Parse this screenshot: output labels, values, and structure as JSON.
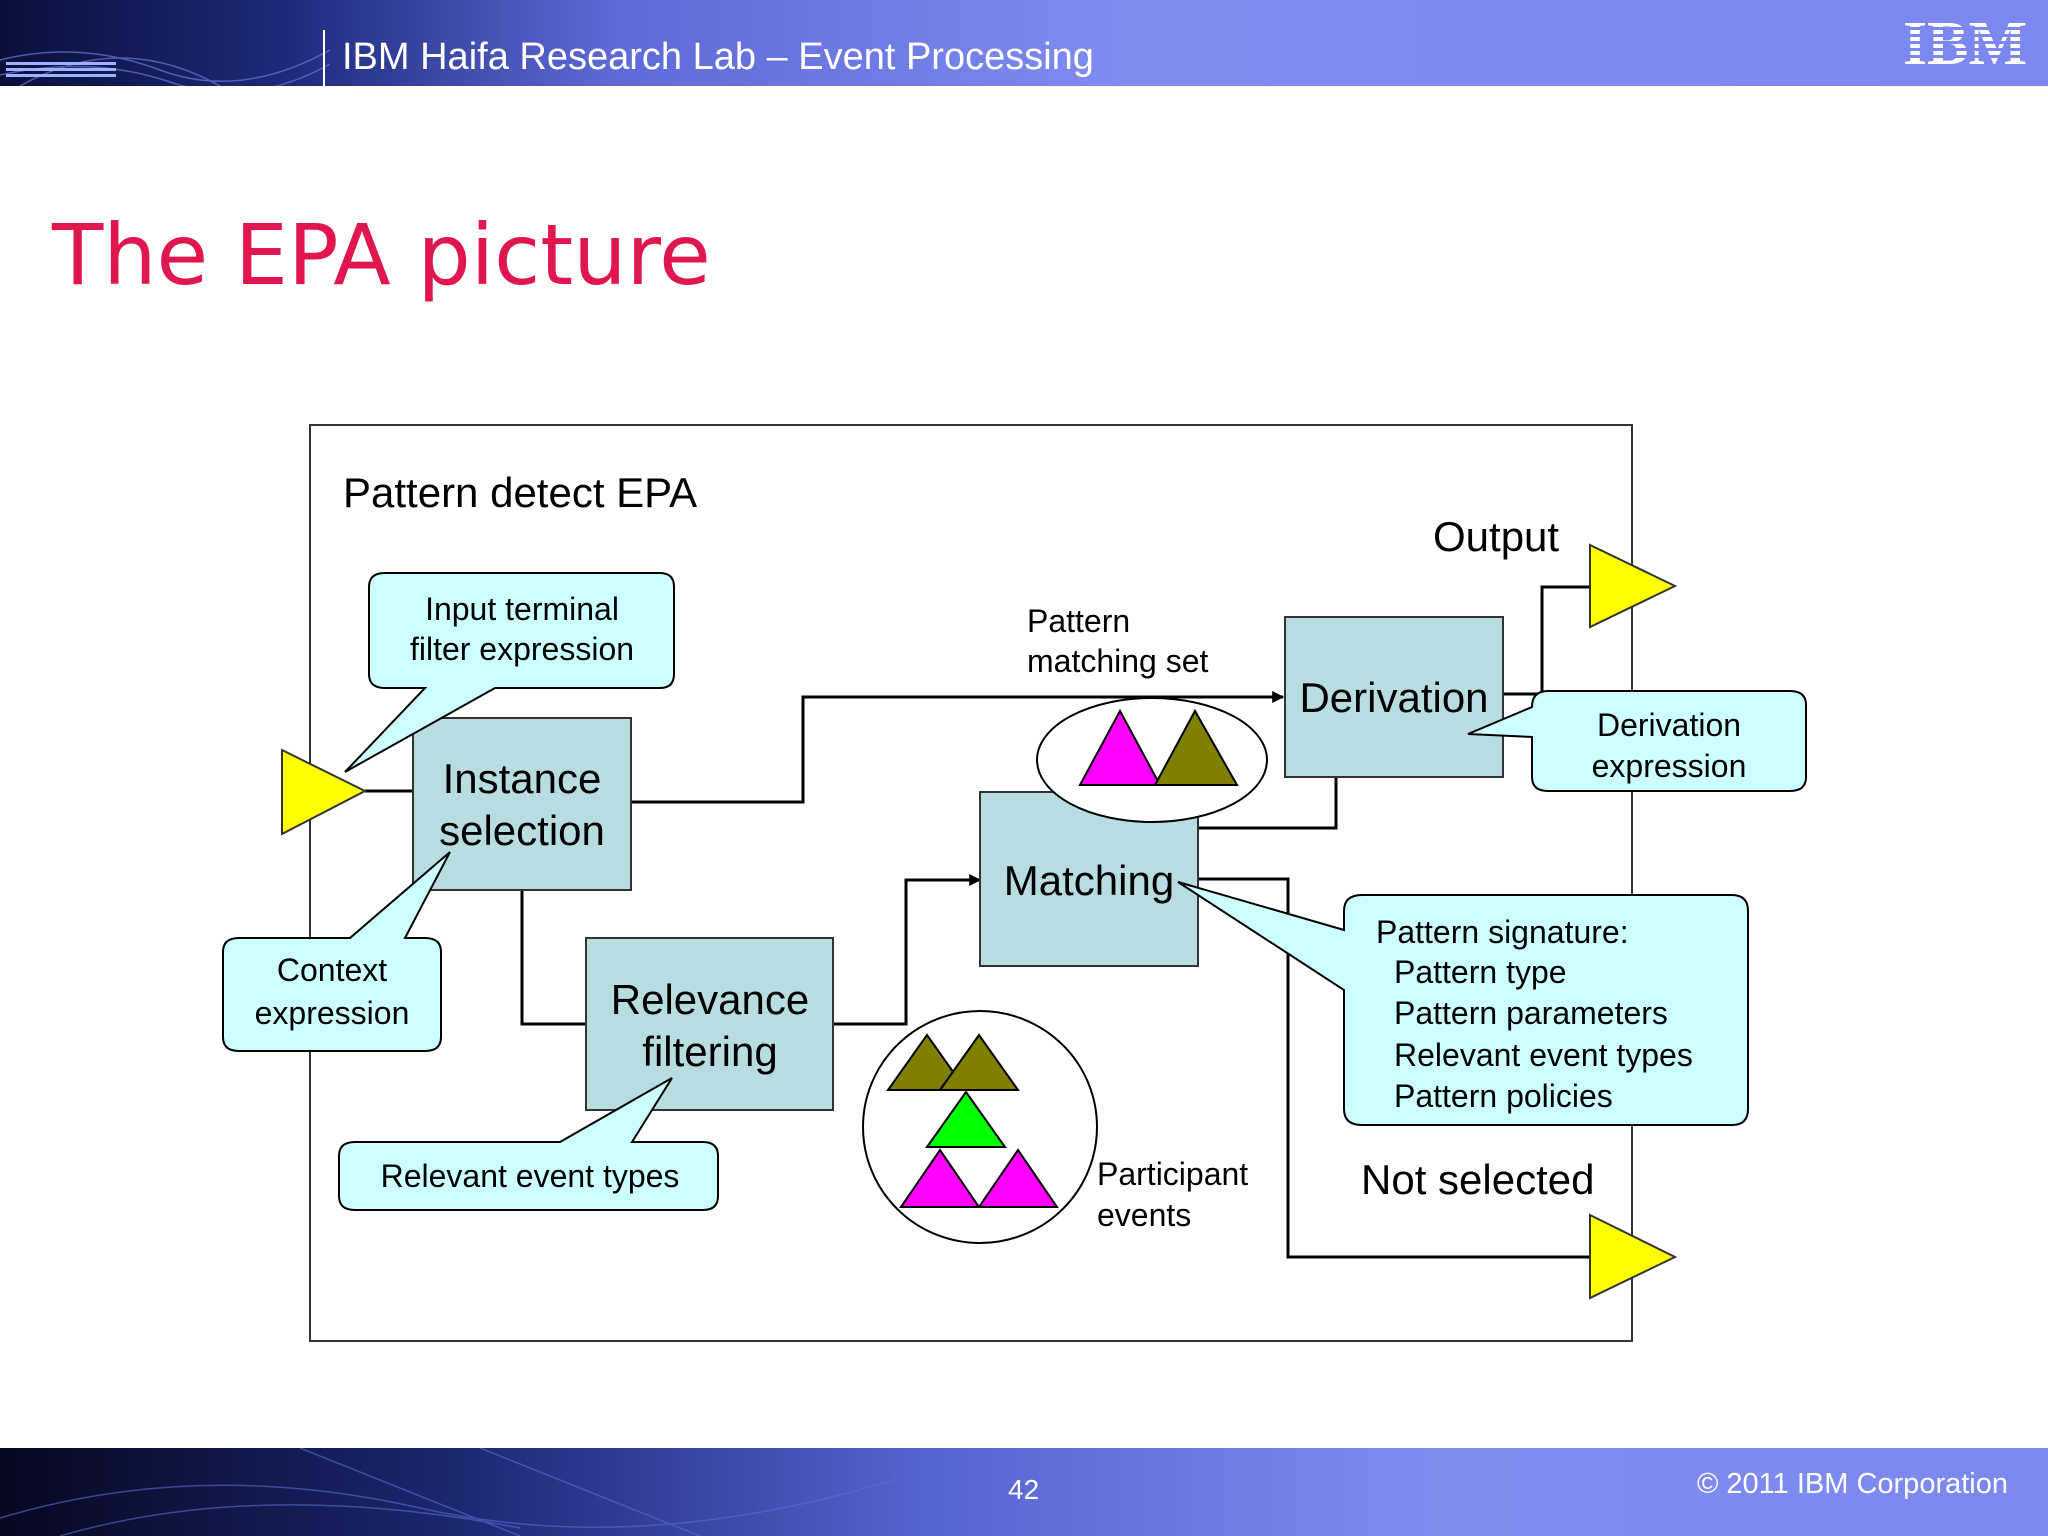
{
  "header": {
    "title": "IBM Haifa Research Lab – Event Processing",
    "logo": "IBM"
  },
  "slide": {
    "title": "The EPA picture"
  },
  "diagram": {
    "frame_label": "Pattern detect EPA",
    "boxes": {
      "instance_selection": [
        "Instance",
        "selection"
      ],
      "relevance_filtering": [
        "Relevance",
        "filtering"
      ],
      "matching": "Matching",
      "derivation": "Derivation"
    },
    "callouts": {
      "input_terminal": [
        "Input terminal",
        "filter expression"
      ],
      "context": [
        "Context",
        "expression"
      ],
      "relevant_event_types": "Relevant event types",
      "derivation_expression": [
        "Derivation",
        "expression"
      ],
      "pattern_signature": {
        "heading": "Pattern signature:",
        "items": [
          "Pattern type",
          "Pattern parameters",
          "Relevant event types",
          "Pattern policies"
        ]
      }
    },
    "labels": {
      "output": "Output",
      "not_selected": "Not selected",
      "pattern_matching_set": [
        "Pattern",
        "matching set"
      ],
      "participant_events": [
        "Participant",
        "events"
      ]
    },
    "colors": {
      "box_fill": "#b7dde0",
      "callout_fill": "#ccffff",
      "terminal_fill": "#ffff00",
      "magenta": "#ff00ff",
      "olive": "#808000",
      "green": "#00ff00"
    }
  },
  "footer": {
    "page_number": "42",
    "copyright": "© 2011 IBM Corporation"
  }
}
